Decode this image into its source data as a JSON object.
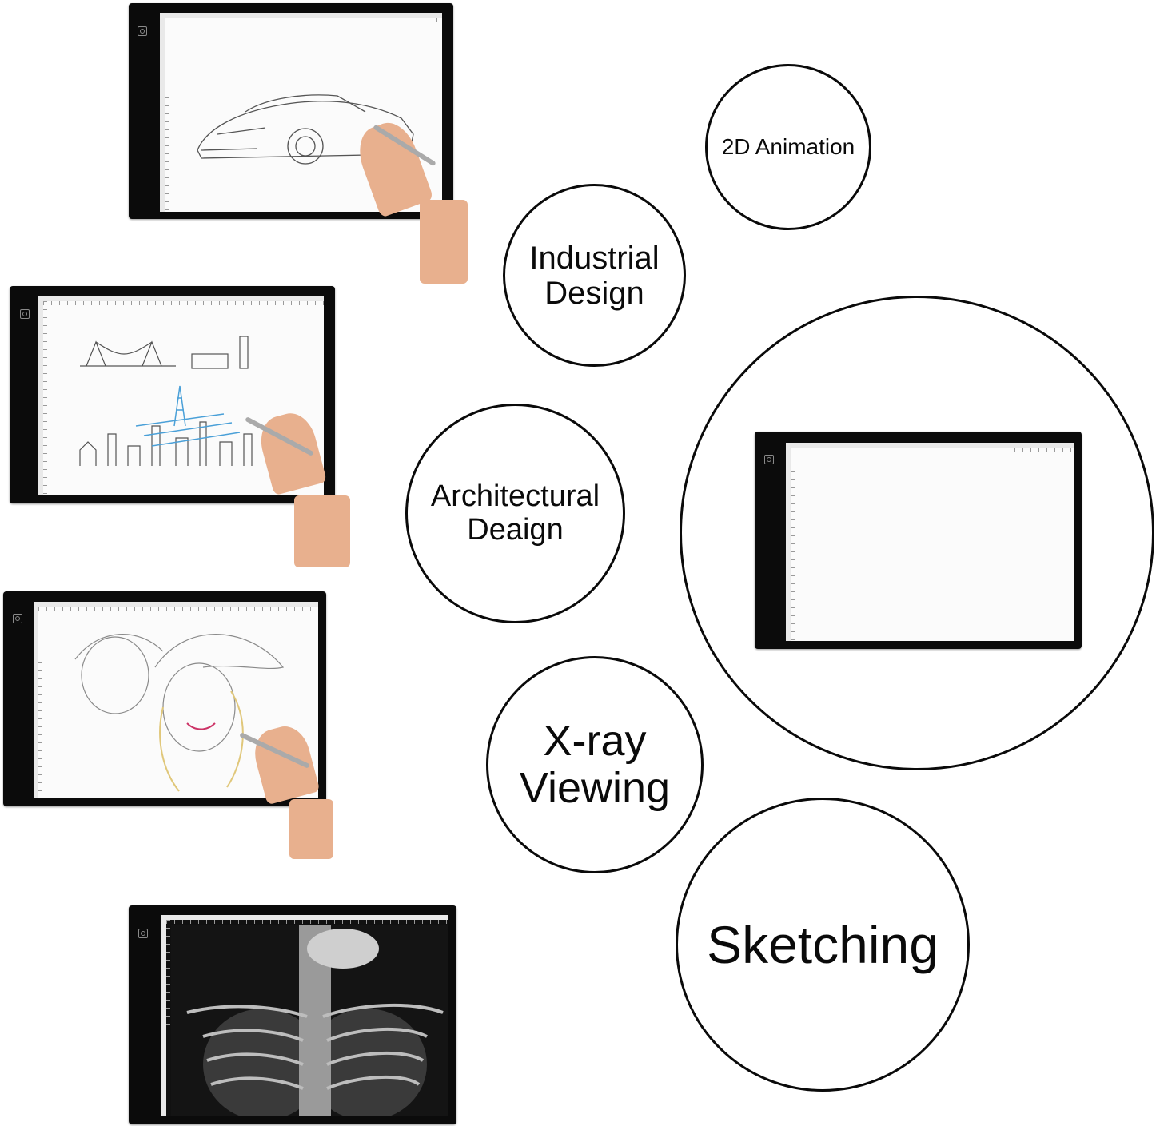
{
  "circles": {
    "animation": "2D Animation",
    "industrial_line1": "Industrial",
    "industrial_line2": "Design",
    "architectural_line1": "Architectural",
    "architectural_line2": "Deaign",
    "xray_line1": "X-ray",
    "xray_line2": "Viewing",
    "sketching": "Sketching"
  },
  "colors": {
    "pad_frame": "#0b0b0b",
    "screen": "#fbfbfb",
    "circle_outline": "#0a0a0a",
    "text": "#0a0a0a"
  },
  "icons": [
    "power-button-icon",
    "pencil-icon",
    "hand-icon"
  ]
}
